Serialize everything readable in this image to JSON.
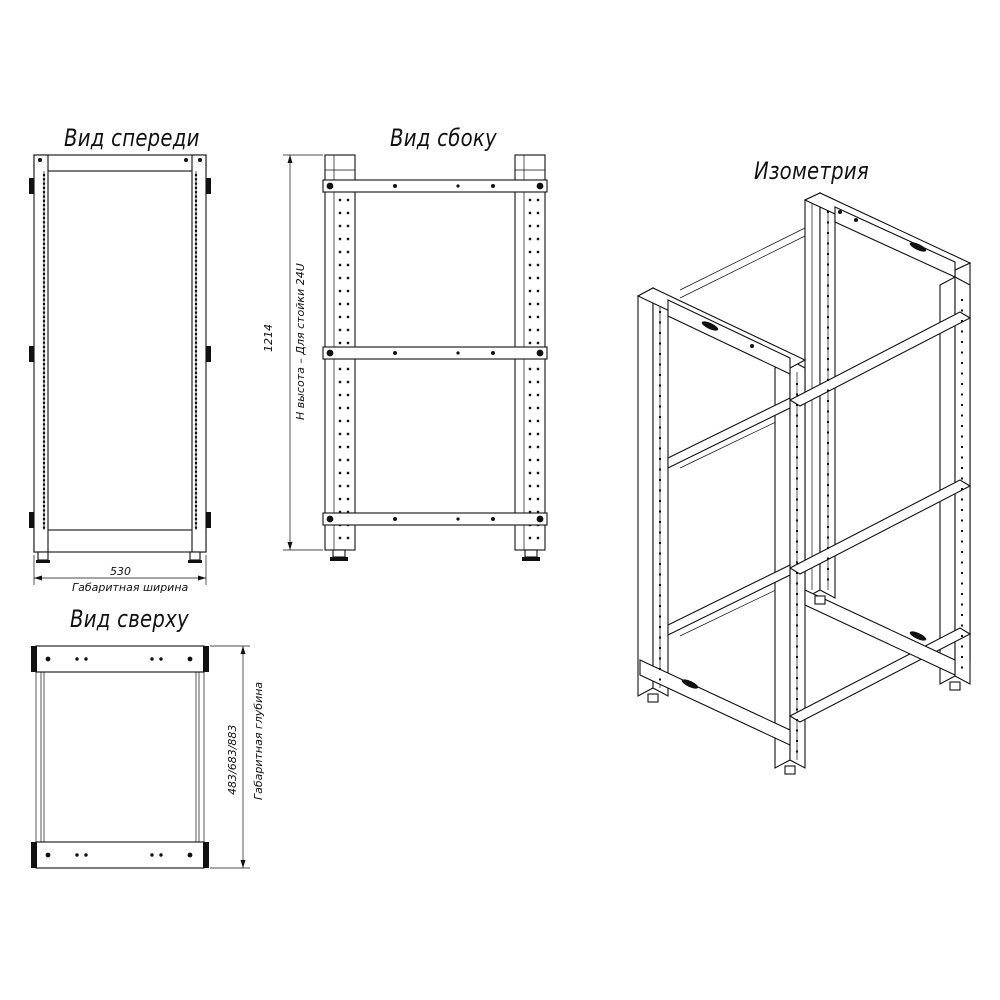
{
  "views": {
    "front": {
      "title": "Вид спереди",
      "width_value": "530",
      "width_label": "Габаритная ширина"
    },
    "side": {
      "title": "Вид сбоку",
      "height_value": "1214",
      "height_label": "H высота – Для стойки 24U"
    },
    "top": {
      "title": "Вид сверху",
      "depth_value": "483/683/883",
      "depth_label": "Габаритная глубина"
    },
    "iso": {
      "title": "Изометрия"
    }
  }
}
